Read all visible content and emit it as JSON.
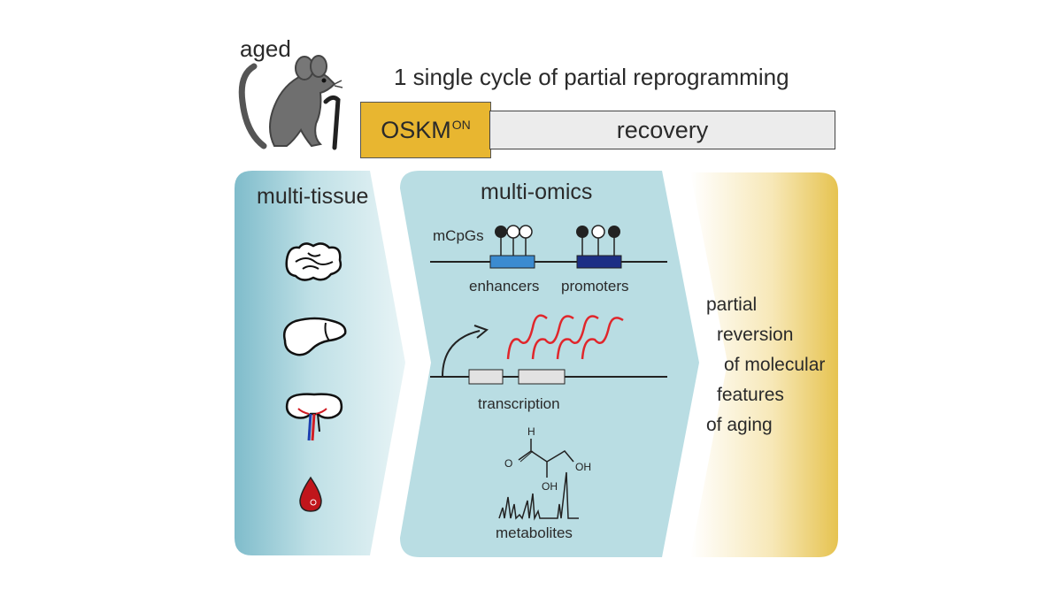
{
  "header": {
    "aged_label": "aged",
    "timeline_title": "1 single cycle of partial reprogramming",
    "osk_label": "OSKM",
    "osk_superscript": "ON",
    "recovery_label": "recovery"
  },
  "tissue_panel": {
    "title": "multi-tissue",
    "icons": [
      "pancreas-icon",
      "liver-icon",
      "kidney-icon",
      "blood-drop-icon"
    ]
  },
  "omics_panel": {
    "title": "multi-omics",
    "methylation_label": "mCpGs",
    "enhancers_label": "enhancers",
    "promoters_label": "promoters",
    "transcription_label": "transcription",
    "metabolites_label": "metabolites",
    "chem_h": "H",
    "chem_o": "O",
    "chem_oh1": "OH",
    "chem_oh2": "OH"
  },
  "outcome_panel": {
    "lines": [
      "partial",
      "reversion",
      "of molecular",
      "features",
      "of aging"
    ]
  },
  "colors": {
    "osk_fill": "#e8b630",
    "recovery_fill": "#ececec",
    "panel_teal": "#a9d4dc",
    "outcome_gold": "#e7c55a",
    "enhancer_blue": "#3b8bd0",
    "promoter_navy": "#1c2f85",
    "transcript_red": "#e0262b",
    "blood_red": "#c0151b"
  }
}
